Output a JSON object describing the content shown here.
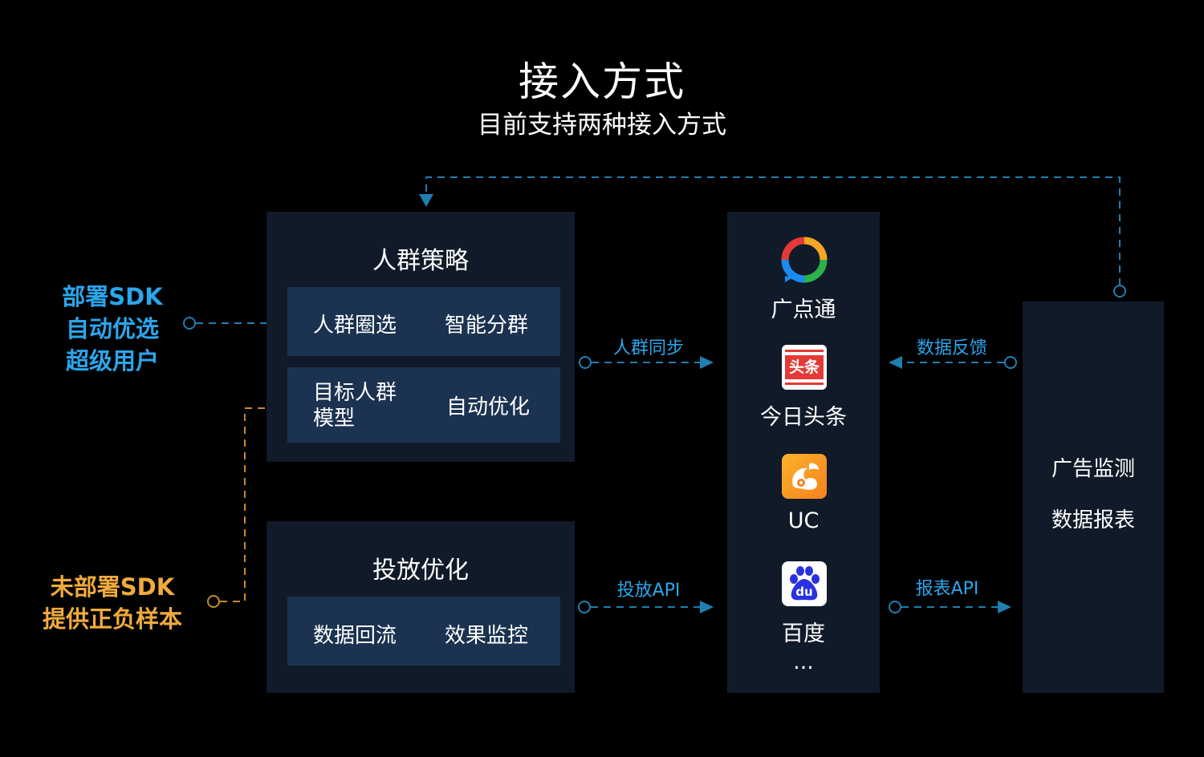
{
  "header": {
    "title": "接入方式",
    "subtitle": "目前支持两种接入方式"
  },
  "left": {
    "sdk_deployed": [
      "部署SDK",
      "自动优选",
      "超级用户"
    ],
    "sdk_not_deployed": [
      "未部署SDK",
      "提供正负样本"
    ]
  },
  "strategy": {
    "title": "人群策略",
    "row1": [
      "人群圈选",
      "智能分群"
    ],
    "row2": [
      "目标人群",
      "模型",
      "自动优化"
    ]
  },
  "delivery": {
    "title": "投放优化",
    "row1": [
      "数据回流",
      "效果监控"
    ]
  },
  "connectors": {
    "sync": "人群同步",
    "delivery_api": "投放API",
    "feedback": "数据反馈",
    "report_api": "报表API"
  },
  "platforms": {
    "items": [
      {
        "label": "广点通",
        "icon": "gdt-logo-icon"
      },
      {
        "label": "今日头条",
        "icon": "toutiao-logo-icon",
        "icon_text": "头条"
      },
      {
        "label": "UC",
        "icon": "uc-squirrel-logo-icon"
      },
      {
        "label": "百度",
        "icon": "baidu-paw-logo-icon",
        "icon_text": "du"
      }
    ],
    "more": "..."
  },
  "monitor": {
    "line1": "广告监测",
    "line2": "数据报表"
  },
  "colors": {
    "background": "#000000",
    "panel": "#111a29",
    "inner": "#1b3250",
    "accent_blue": "#2aa6ec",
    "accent_orange": "#f0ab3c",
    "dash_blue": "#1e7fb0",
    "dash_orange": "#c48a2e"
  }
}
